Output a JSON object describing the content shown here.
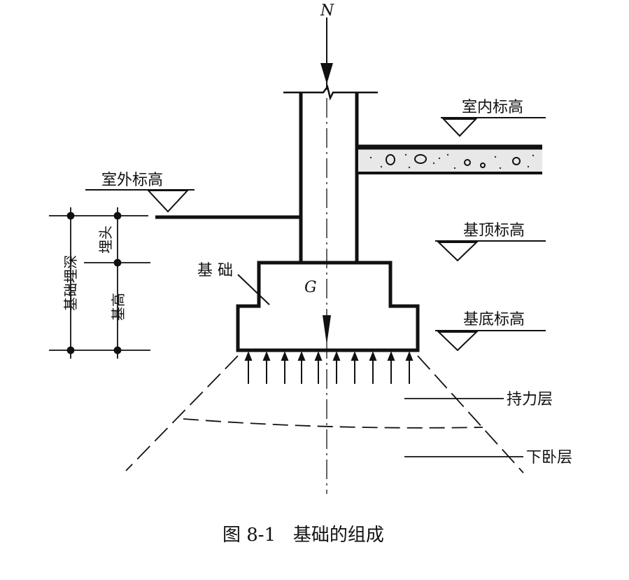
{
  "diagram": {
    "caption": "图 8-1   基础的组成",
    "load_label": "N",
    "weight_label": "G",
    "labels": {
      "indoor_elevation": "室内标高",
      "outdoor_elevation": "室外标高",
      "foundation_top_elevation": "基顶标高",
      "foundation_bottom_elevation": "基底标高",
      "foundation": "基 础",
      "bearing_layer": "持力层",
      "underlying_layer": "下卧层",
      "embedment_depth": "基础埋深",
      "cover_depth": "埋头",
      "foundation_height": "基高"
    }
  }
}
